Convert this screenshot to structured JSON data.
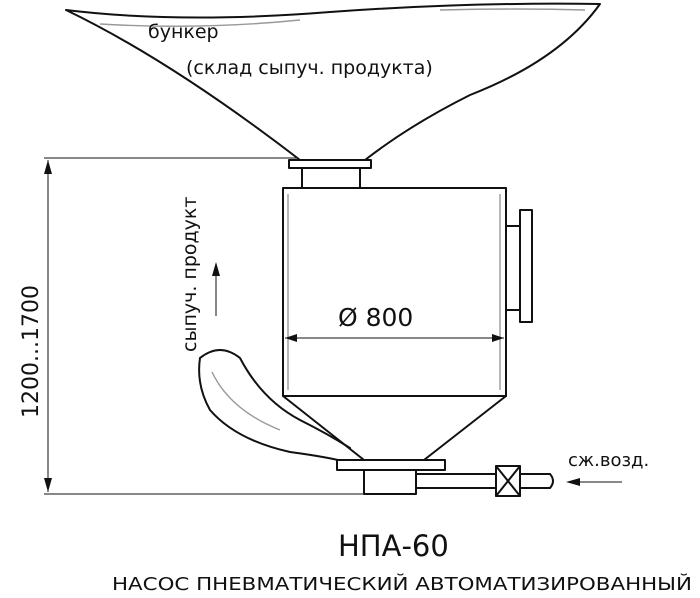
{
  "labels": {
    "hopper": "бункер",
    "hopper_note": "(склад  сыпуч. продукта)",
    "product_flow": "сыпуч. продукт",
    "diameter": "Ø 800",
    "height_range": "1200...1700",
    "compressed_air": "сж.возд.",
    "model": "НПА-60",
    "description": "НАСОС ПНЕВМАТИЧЕСКИЙ АВТОМАТИЗИРОВАННЫЙ"
  }
}
